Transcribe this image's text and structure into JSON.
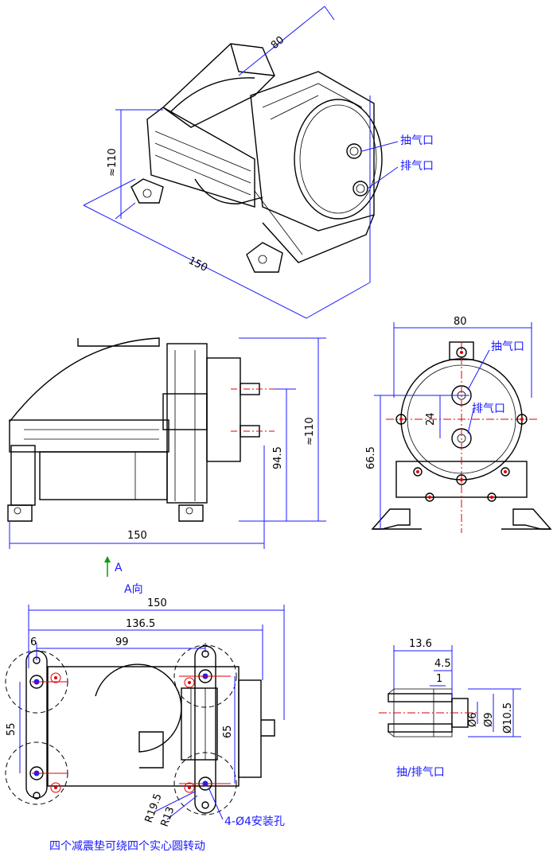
{
  "iso_view": {
    "dim_width": "80",
    "dim_height": "≈110",
    "dim_length": "150",
    "label_suction": "抽气口",
    "label_exhaust": "排气口"
  },
  "side_view": {
    "dim_port": "94.5",
    "dim_height": "≈110",
    "dim_length": "150"
  },
  "front_view": {
    "dim_width": "80",
    "dim_port_spacing": "24",
    "dim_center": "66.5",
    "label_suction": "抽气口",
    "label_exhaust": "排气口"
  },
  "arrow_label": "A",
  "view_a_title": "A向",
  "bottom_view": {
    "dim_total": "150",
    "dim_136": "136.5",
    "dim_99": "99",
    "dim_6": "6",
    "dim_55": "55",
    "dim_65": "65",
    "dim_r19": "R19.5",
    "dim_r13": "R13",
    "label_holes": "4-Ø4安装孔",
    "note": "四个减震垫可绕四个实心圆转动"
  },
  "nozzle_view": {
    "dim_13": "13.6",
    "dim_45": "4.5",
    "dim_1": "1",
    "dim_d6": "Ø6",
    "dim_d9": "Ø9",
    "dim_d105": "Ø10.5",
    "caption": "抽/排气口"
  },
  "colors": {
    "dimension": "#1a1aff",
    "centerline": "#e00000",
    "outline": "#000000"
  }
}
